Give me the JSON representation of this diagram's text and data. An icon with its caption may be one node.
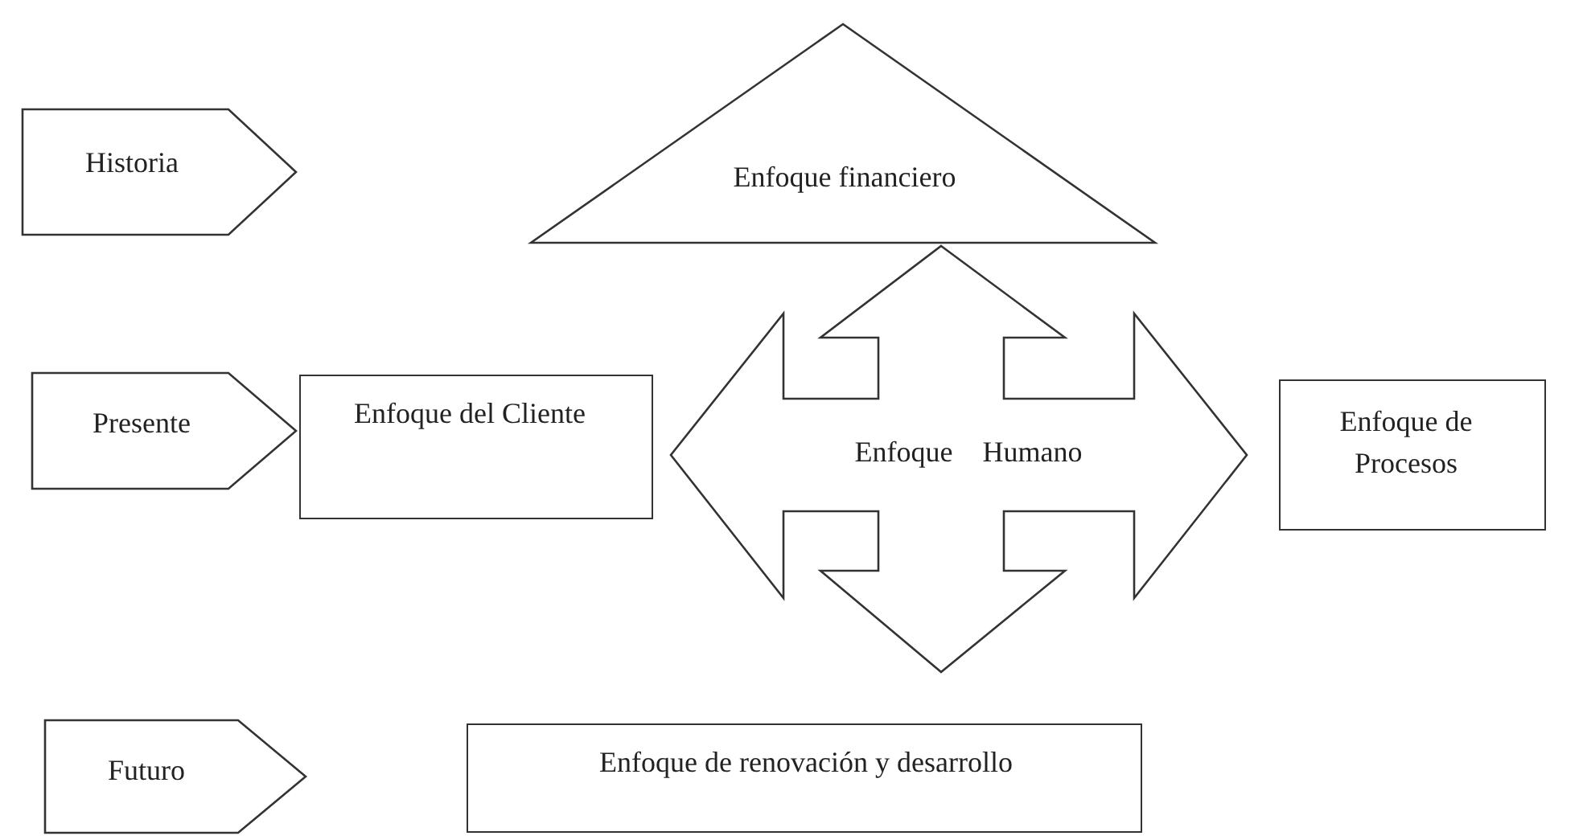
{
  "diagram": {
    "nodes": [
      {
        "text": [
          "Historia"
        ]
      },
      {
        "text": [
          "Enfoque financiero"
        ]
      },
      {
        "text": [
          "Presente"
        ]
      },
      {
        "text": [
          "Enfoque del Cliente"
        ]
      },
      {
        "text": [
          "Enfoque Humano"
        ]
      },
      {
        "text": [
          "Enfoque de Procesos"
        ]
      },
      {
        "text": [
          "Futuro"
        ]
      },
      {
        "text": [
          "Enfoque de renovación y desarrollo"
        ]
      }
    ]
  }
}
